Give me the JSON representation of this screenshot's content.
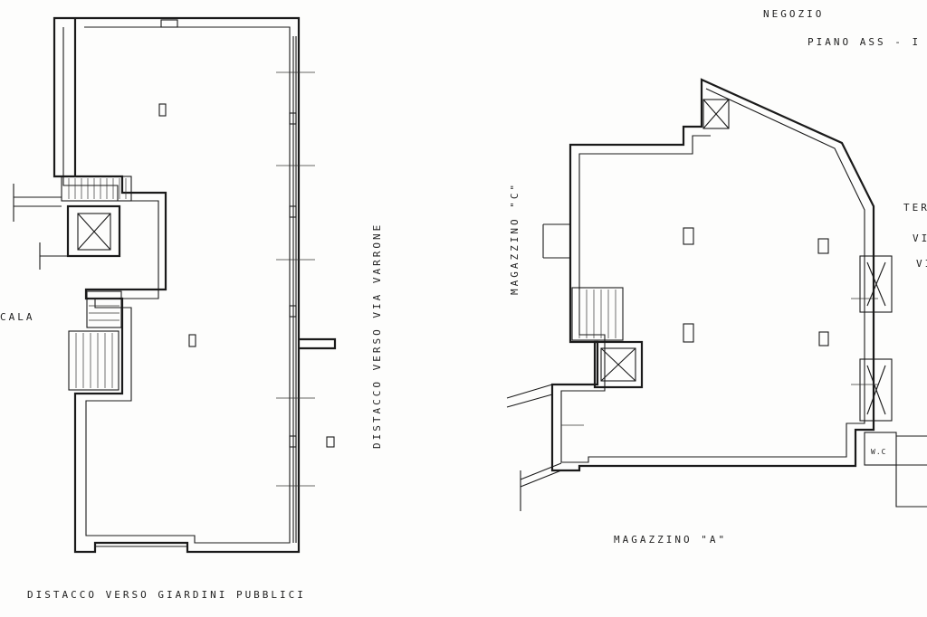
{
  "labels": {
    "negozio": "NEGOZIO",
    "piano": "PIANO ASS - I",
    "scala": "CALA",
    "distacco_via": "DISTACCO VERSO VIA VARRONE",
    "distacco_giardini": "DISTACCO VERSO GIARDINI PUBBLICI",
    "magazzino_c": "MAGAZZINO \"C\"",
    "magazzino_a": "MAGAZZINO \"A\"",
    "wc": "W.C",
    "terrazzo_fragment": "TER",
    "vi_fragment_1": "VI",
    "vi_fragment_2": "VI"
  }
}
